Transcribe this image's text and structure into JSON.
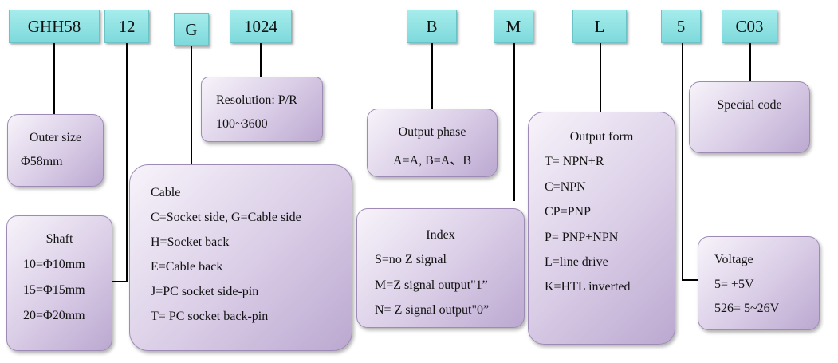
{
  "codes": {
    "series": "GHH58",
    "size": "12",
    "cable": "G",
    "resolution": "1024",
    "phase": "B",
    "index": "M",
    "output": "L",
    "voltage": "5",
    "special": "C03"
  },
  "outer_size": {
    "title": "Outer size",
    "lines": [
      "Φ58mm"
    ]
  },
  "shaft": {
    "title": "Shaft",
    "lines": [
      "10=Φ10mm",
      "15=Φ15mm",
      "20=Φ20mm"
    ]
  },
  "resolution": {
    "title": "Resolution: P/R",
    "lines": [
      "100~3600"
    ]
  },
  "cable": {
    "title": "Cable",
    "lines": [
      "C=Socket side, G=Cable side",
      "H=Socket back",
      "E=Cable back",
      "J=PC socket side-pin",
      "T= PC socket back-pin"
    ]
  },
  "output_phase": {
    "title": "Output phase",
    "lines": [
      "A=A, B=A、B"
    ]
  },
  "index": {
    "title": "Index",
    "lines": [
      "S=no Z signal",
      "M=Z signal output\"1”",
      "N= Z signal output\"0”"
    ]
  },
  "output_form": {
    "title": "Output form",
    "lines": [
      "T= NPN+R",
      "C=NPN",
      "CP=PNP",
      "P= PNP+NPN",
      "L=line drive",
      "K=HTL inverted"
    ]
  },
  "voltage": {
    "title": "Voltage",
    "lines": [
      "5= +5V",
      "526= 5~26V"
    ]
  },
  "special": {
    "title": "Special code",
    "lines": []
  }
}
